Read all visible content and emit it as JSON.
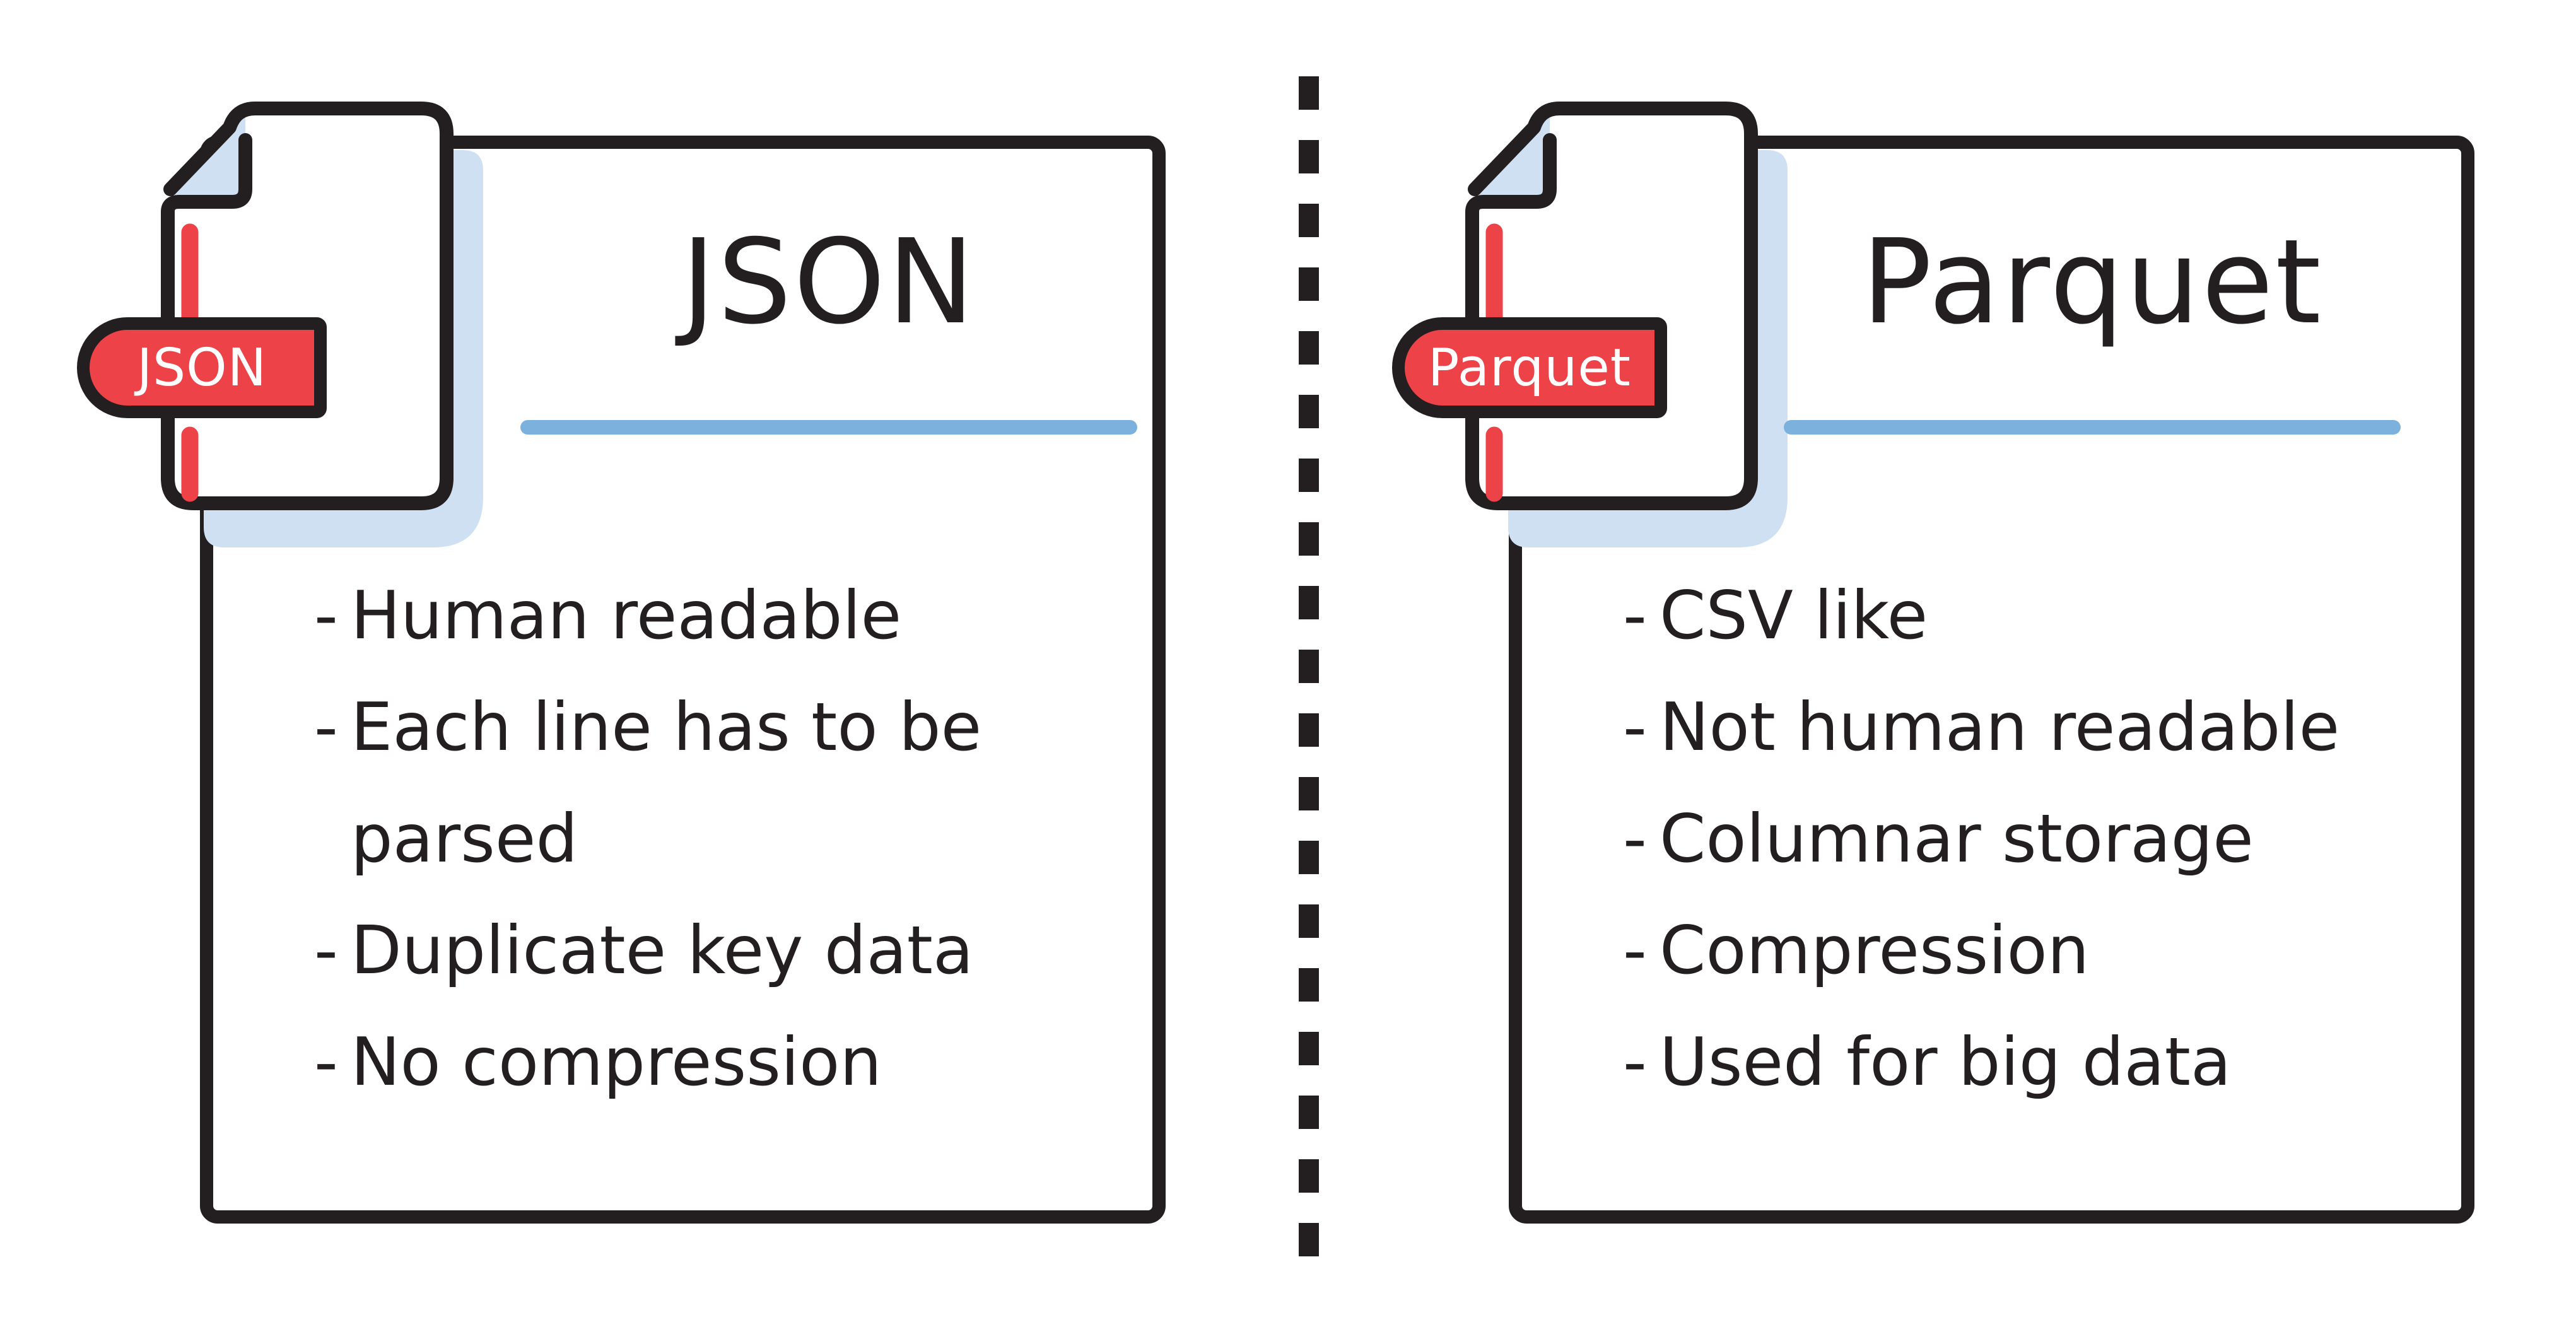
{
  "diagram": {
    "bullet_prefix": "-",
    "colors": {
      "ink": "#231f20",
      "accent_red": "#ee4249",
      "shadow_blue": "#cfe0f2",
      "underline_blue": "#7cb1de",
      "badge_text": "#ffffff",
      "background": "#ffffff"
    },
    "panels": {
      "left": {
        "icon": "file-document-icon",
        "badge_label": "JSON",
        "title": "JSON",
        "items": [
          "Human readable",
          "Each line has to be parsed",
          "Duplicate key data",
          "No compression"
        ]
      },
      "right": {
        "icon": "file-document-icon",
        "badge_label": "Parquet",
        "title": "Parquet",
        "items": [
          "CSV like",
          "Not human readable",
          "Columnar storage",
          "Compression",
          "Used for big data"
        ]
      }
    }
  }
}
